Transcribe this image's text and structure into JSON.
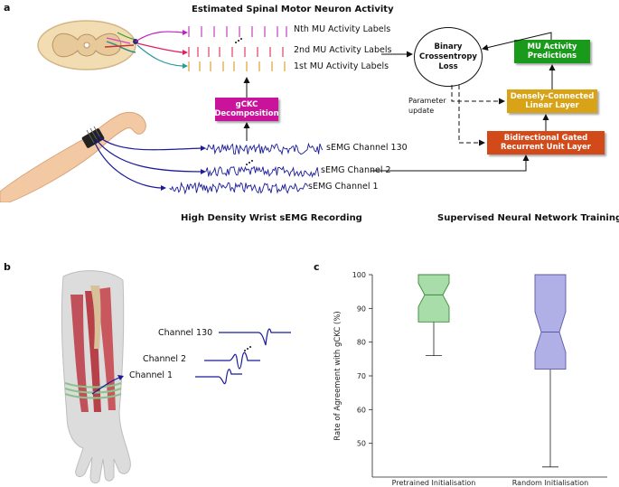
{
  "panel_a": {
    "letter": "a",
    "title_top": "Estimated Spinal Motor Neuron Activity",
    "label_nth": "Nth MU Activity Labels",
    "label_2nd": "2nd MU Activity Labels",
    "label_1st": "1st MU Activity Labels",
    "loss_line1": "Binary",
    "loss_line2": "Crossentropy",
    "loss_line3": "Loss",
    "predictions_box": "MU Activity Predictions",
    "linear_box": "Densely-Connected Linear Layer",
    "gru_box": "Bidirectional Gated Recurrent Unit Layer",
    "gckc_box": "gCKC Decomposition",
    "param_update": "Parameter update",
    "ch130": "sEMG Channel 130",
    "ch2": "sEMG Channel 2",
    "ch1": "sEMG Channel 1",
    "recording_title": "High Density Wrist sEMG Recording",
    "training_title": "Supervised Neural Network Training"
  },
  "panel_b": {
    "letter": "b",
    "ch130": "Channel 130",
    "ch2": "Channel 2",
    "ch1": "Channel 1"
  },
  "panel_c": {
    "letter": "c"
  },
  "colors": {
    "predictions": "#1a9a1a",
    "linear": "#d9a318",
    "gru": "#d24a1a",
    "gckc": "#c8139a",
    "signal": "#1a1a9a",
    "pretrained_box": "#a8dca8",
    "random_box": "#b0b0e6"
  },
  "chart_data": {
    "type": "box",
    "ylabel": "Rate of Agreement with gCKC (%)",
    "ylim": [
      40,
      100
    ],
    "yticks": [
      50,
      60,
      70,
      80,
      90,
      100
    ],
    "categories": [
      "Pretrained Initialisation",
      "Random Initialisation"
    ],
    "boxes": [
      {
        "name": "Pretrained Initialisation",
        "min": 76,
        "q1": 86,
        "median": 94,
        "q3": 100,
        "max": 100,
        "notch_low": 90.5,
        "notch_high": 97.5,
        "color": "#a8dca8",
        "stroke": "#3b8a3b"
      },
      {
        "name": "Random Initialisation",
        "min": 43,
        "q1": 72,
        "median": 83,
        "q3": 100,
        "max": 100,
        "notch_low": 77,
        "notch_high": 89,
        "color": "#b0b0e6",
        "stroke": "#5a5aa8"
      }
    ]
  }
}
